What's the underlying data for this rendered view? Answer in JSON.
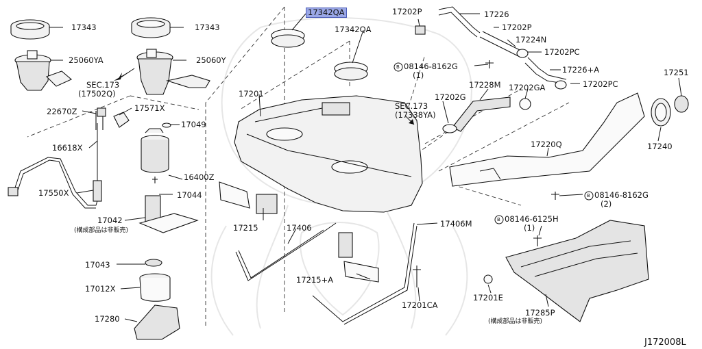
{
  "diagram_id": "J172008L",
  "highlighted_part": "17342QA",
  "labels": {
    "p17343a": "17343",
    "p17343b": "17343",
    "p25060ya": "25060YA",
    "p25060y": "25060Y",
    "p17342qa_hl": "17342QA",
    "p17342qa": "17342QA",
    "sec173a": "SEC.173",
    "sec173a_sub": "(17502Q)",
    "p17201": "17201",
    "p22670z": "22670Z",
    "p17571x": "17571X",
    "p17049": "17049",
    "p16618x": "16618X",
    "p16400z": "16400Z",
    "p17550x": "17550X",
    "p17044": "17044",
    "p17042": "17042",
    "not_sold_a": "(構成部品は非販売)",
    "p17215": "17215",
    "p17406": "17406",
    "p17406m": "17406M",
    "p17043": "17043",
    "p17012x": "17012X",
    "p17280": "17280",
    "p17215a": "17215+A",
    "p17201ca": "17201CA",
    "p17202p_a": "17202P",
    "p17226": "17226",
    "p17202p_b": "17202P",
    "p17224n": "17224N",
    "p17202pc_a": "17202PC",
    "bolt_08146_8162g_a": "08146-8162G",
    "bolt_qty_a": "(1)",
    "p17226a": "17226+A",
    "p17202pc_b": "17202PC",
    "p17251": "17251",
    "p17228m": "17228M",
    "p17202ga": "17202GA",
    "sec173b": "SEC.173",
    "sec173b_sub": "(17338YA)",
    "p17202g": "17202G",
    "p17240": "17240",
    "p17220q": "17220Q",
    "bolt_08146_8162g_b": "08146-8162G",
    "bolt_qty_b": "(2)",
    "bolt_08146_6125h": "08146-6125H",
    "bolt_qty_c": "(1)",
    "p17201e": "17201E",
    "p17285p": "17285P",
    "not_sold_b": "(構成部品は非販売)",
    "circle_b": "B"
  }
}
